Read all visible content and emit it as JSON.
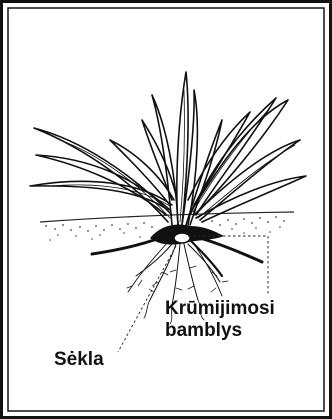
{
  "diagram": {
    "labels": {
      "tillering_node": [
        "Krūmijimosi",
        "bamblys"
      ],
      "seed": "Sėkla"
    }
  }
}
